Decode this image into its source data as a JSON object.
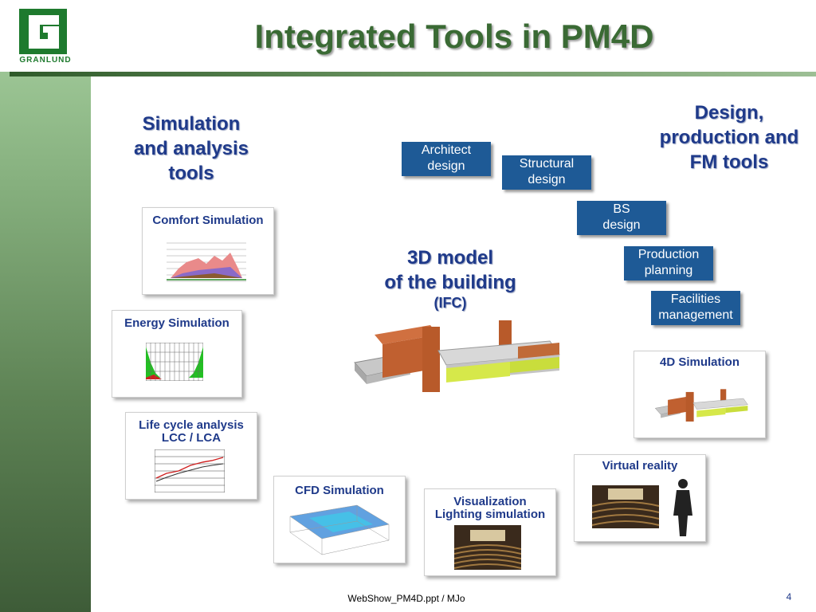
{
  "slide": {
    "title": "Integrated Tools in PM4D",
    "logo_text": "GRANLUND",
    "footer": "WebShow_PM4D.ppt / MJo",
    "page_number": "4"
  },
  "headings": {
    "simulation": [
      "Simulation",
      "and analysis",
      "tools"
    ],
    "design": [
      "Design,",
      "production and",
      "FM tools"
    ],
    "model": [
      "3D model",
      "of the building"
    ],
    "model_sub": "(IFC)"
  },
  "design_tools": [
    {
      "lines": [
        "Architect",
        "design"
      ]
    },
    {
      "lines": [
        "Structural",
        "design"
      ]
    },
    {
      "lines": [
        "BS",
        "design"
      ]
    },
    {
      "lines": [
        "Production",
        "planning"
      ]
    },
    {
      "lines": [
        "Facilities",
        "management"
      ]
    }
  ],
  "simulation_cards": [
    {
      "lines": [
        "Comfort Simulation"
      ]
    },
    {
      "lines": [
        "Energy Simulation"
      ]
    },
    {
      "lines": [
        "Life cycle analysis",
        "LCC / LCA"
      ]
    },
    {
      "lines": [
        "CFD Simulation"
      ]
    },
    {
      "lines": [
        "Visualization",
        "Lighting simulation"
      ]
    },
    {
      "lines": [
        "Virtual reality"
      ]
    },
    {
      "lines": [
        "4D Simulation"
      ]
    }
  ],
  "colors": {
    "title": "#3a6a34",
    "heading": "#1f3a8a",
    "tool_box": "#1e5a96"
  }
}
